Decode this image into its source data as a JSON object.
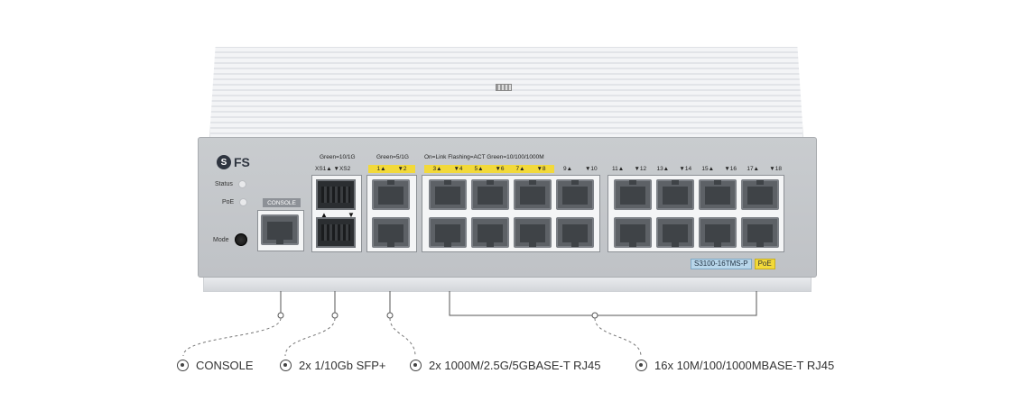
{
  "device": {
    "brand_mark": "S",
    "brand_text": "FS",
    "led_status": "Status",
    "led_poe": "PoE",
    "mode_label": "Mode",
    "console_label": "CONSOLE",
    "label_sfp_speed": "Green=10/1G",
    "label_sfp_ports": "XS1▲   ▼XS2",
    "label_5g_speed": "Green=5/1G",
    "label_5g_ports": [
      "1▲",
      "▼2"
    ],
    "label_link": "On=Link   Flashing=ACT   Green=10/100/1000M",
    "label_ports_a_yellow": [
      "3▲",
      "▼4",
      "5▲",
      "▼6",
      "7▲",
      "▼8"
    ],
    "label_ports_a_plain": [
      "9▲",
      "▼10"
    ],
    "label_ports_b": [
      "11▲",
      "▼12",
      "13▲",
      "▼14",
      "15▲",
      "▼16",
      "17▲",
      "▼18"
    ],
    "model_name": "S3100-16TMS-P",
    "model_poe": "PoE"
  },
  "callouts": [
    {
      "label": "CONSOLE",
      "icon": "target-icon"
    },
    {
      "label": "2x 1/10Gb SFP+",
      "icon": "target-icon"
    },
    {
      "label": "2x 1000M/2.5G/5GBASE-T RJ45",
      "icon": "target-icon"
    },
    {
      "label": "16x 10M/100/1000MBASE-T RJ45",
      "icon": "target-icon"
    }
  ],
  "colors": {
    "poe_yellow": "#f2d93a",
    "model_blue": "#b8d6ea",
    "panel_gray": "#c4c7cb"
  }
}
